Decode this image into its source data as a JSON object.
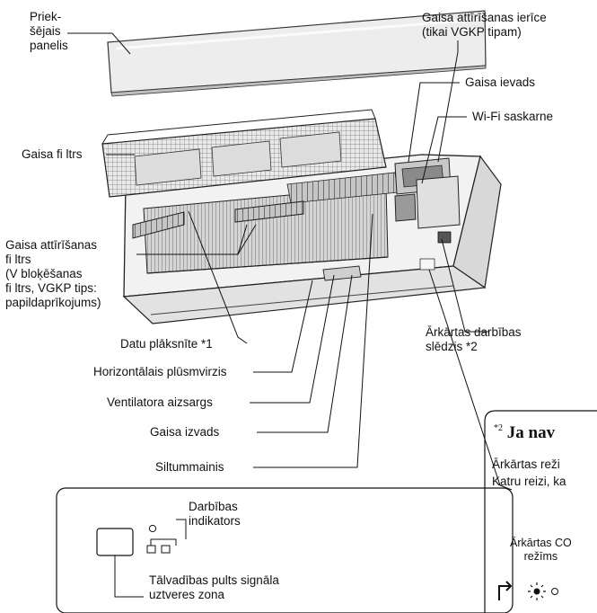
{
  "labels": {
    "front_panel": "Priek-\nšējais\npanelis",
    "air_purifier_device": "Gaisa attīrīšanas ierīce\n(tikai VGKP tipam)",
    "air_inlet": "Gaisa ievads",
    "wifi_connector": "Wi-Fi saskarne",
    "air_filter": "Gaisa fi ltrs",
    "air_purifying_filter": "Gaisa attīrīšanas\nfi ltrs\n(V bloķēšanas\nfi ltrs, VGKP tips:\npapildaprīkojums)",
    "data_plate": "Datu plāksnīte *1",
    "emergency_switch": "Ārkārtas darbības\nslēdzis *2",
    "horizontal_louver": "Horizontālais plūsmvirzis",
    "fan_guard": "Ventilatora aizsargs",
    "air_outlet": "Gaisa izvads",
    "heat_exchanger": "Siltummainis",
    "operation_indicator": "Darbības\nindikators",
    "remote_receiver": "Tālvadības pults signāla\nuztveres zona"
  },
  "note": {
    "title_mark": "*2",
    "title": "Ja nav",
    "line1": "Ārkārtas reži",
    "line2": "Katru reizi, ka",
    "mode_label": "Ārkārtas CO\nrežīms"
  },
  "colors": {
    "line": "#111111",
    "light_gray": "#e6e6e6",
    "mid_gray": "#b5b5b5",
    "dark_gray": "#6f6f6f",
    "fill_white": "#fbfbfb"
  }
}
